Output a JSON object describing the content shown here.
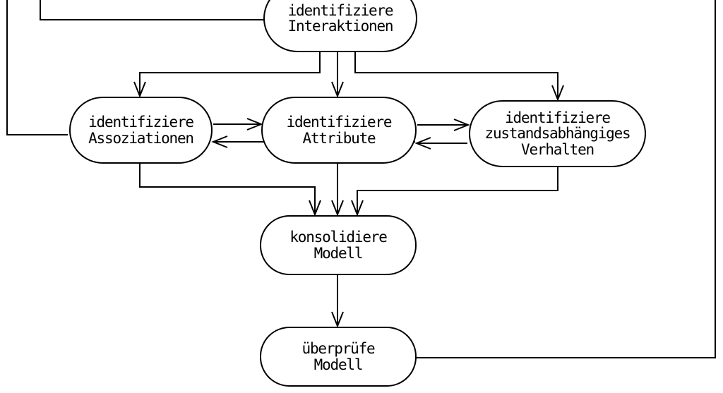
{
  "diagram": {
    "language": "de",
    "colors": {
      "stroke": "#000000",
      "background": "#ffffff",
      "text": "#000000"
    },
    "nodes": {
      "interaktionen": {
        "line1": "identifiziere",
        "line2": "Interaktionen"
      },
      "assoziationen": {
        "line1": "identifiziere",
        "line2": "Assoziationen"
      },
      "attribute": {
        "line1": "identifiziere",
        "line2": "Attribute"
      },
      "verhalten": {
        "line1": "identifiziere",
        "line2": "zustandsabhängiges",
        "line3": "Verhalten"
      },
      "konsolidiere": {
        "line1": "konsolidiere",
        "line2": "Modell"
      },
      "ueberpruefe": {
        "line1": "überprüfe",
        "line2": "Modell"
      }
    },
    "edges": [
      {
        "from": "offscreen-top-left-outer",
        "to": "assoziationen",
        "arrowhead": false
      },
      {
        "from": "offscreen-top-left-inner",
        "to": "interaktionen",
        "arrowhead": false
      },
      {
        "from": "interaktionen",
        "to": "assoziationen",
        "arrowhead": true
      },
      {
        "from": "interaktionen",
        "to": "attribute",
        "arrowhead": true
      },
      {
        "from": "interaktionen",
        "to": "verhalten",
        "arrowhead": true
      },
      {
        "from": "assoziationen",
        "to": "attribute",
        "arrowhead": true
      },
      {
        "from": "attribute",
        "to": "assoziationen",
        "arrowhead": true
      },
      {
        "from": "attribute",
        "to": "verhalten",
        "arrowhead": true
      },
      {
        "from": "verhalten",
        "to": "attribute",
        "arrowhead": true
      },
      {
        "from": "assoziationen",
        "to": "konsolidiere",
        "arrowhead": true
      },
      {
        "from": "attribute",
        "to": "konsolidiere",
        "arrowhead": true
      },
      {
        "from": "verhalten",
        "to": "konsolidiere",
        "arrowhead": true
      },
      {
        "from": "konsolidiere",
        "to": "ueberpruefe",
        "arrowhead": true
      },
      {
        "from": "ueberpruefe",
        "to": "offscreen-top-right",
        "arrowhead": false
      }
    ]
  }
}
